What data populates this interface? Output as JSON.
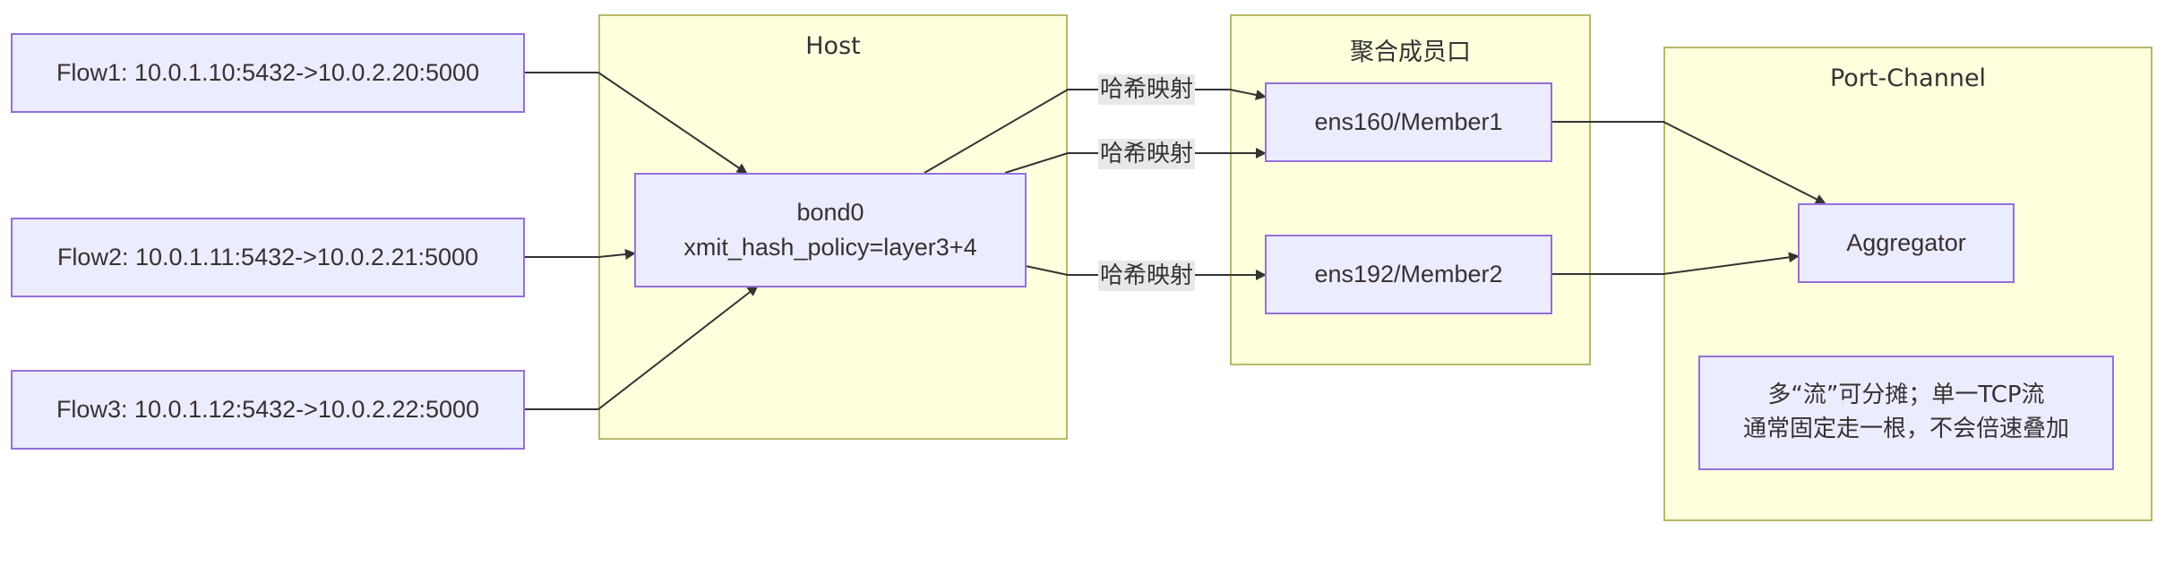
{
  "clusters": {
    "host": {
      "title": "Host"
    },
    "members": {
      "title": "聚合成员口"
    },
    "portchannel": {
      "title": "Port-Channel"
    }
  },
  "nodes": {
    "flow1": "Flow1: 10.0.1.10:5432->10.0.2.20:5000",
    "flow2": "Flow2: 10.0.1.11:5432->10.0.2.21:5000",
    "flow3": "Flow3: 10.0.1.12:5432->10.0.2.22:5000",
    "bond0": {
      "line1": "bond0",
      "line2": "xmit_hash_policy=layer3+4"
    },
    "member1": "ens160/Member1",
    "member2": "ens192/Member2",
    "aggregator": "Aggregator",
    "note": {
      "line1": "多“流”可分摊；单一TCP流",
      "line2": "通常固定走一根，不会倍速叠加"
    }
  },
  "edge_labels": {
    "hash1": "哈希映射",
    "hash2": "哈希映射",
    "hash3": "哈希映射"
  },
  "colors": {
    "node_fill": "#ececff",
    "node_border": "#9370db",
    "cluster_fill": "#ffffde",
    "cluster_border": "#b8b86a",
    "edge": "#333333"
  }
}
